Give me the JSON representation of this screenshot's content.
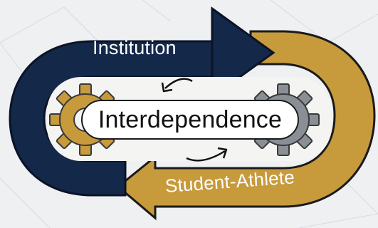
{
  "diagram": {
    "institution_label": "Institution",
    "student_athlete_label": "Student-Athlete",
    "center_label": "Interdependence"
  },
  "colors": {
    "navy": "#14284a",
    "gold": "#c79a3c",
    "gear_gold": "#c79a3c",
    "gear_gray": "#8a8f96",
    "background": "#eef0f2"
  },
  "icons": [
    "gold-gear-icon",
    "gray-gear-icon",
    "curved-arrow-icon"
  ]
}
